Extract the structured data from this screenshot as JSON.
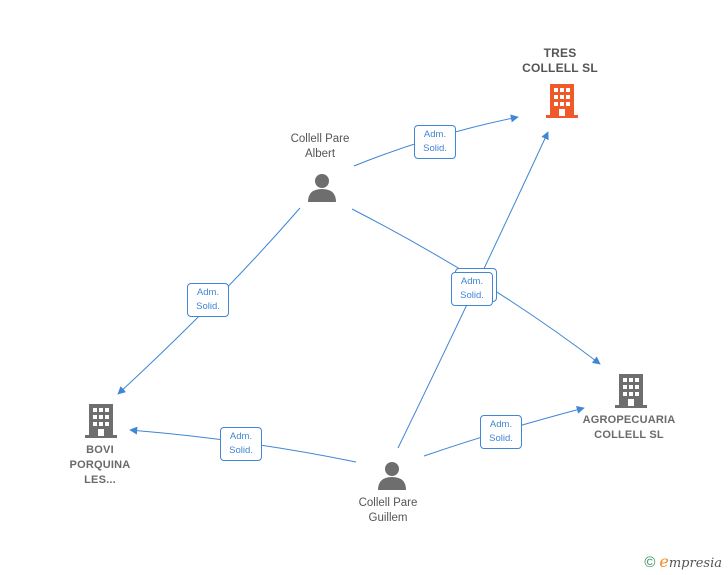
{
  "nodes": {
    "tres_collell": {
      "line1": "TRES",
      "line2": "COLLELL  SL"
    },
    "albert": {
      "line1": "Collell Pare",
      "line2": "Albert"
    },
    "agropecuaria": {
      "line1": "AGROPECUARIA",
      "line2": "COLLELL SL"
    },
    "bovi": {
      "line1": "BOVI",
      "line2": "PORQUINA",
      "line3": "LES..."
    },
    "guillem": {
      "line1": "Collell Pare",
      "line2": "Guillem"
    }
  },
  "edges": [
    {
      "line1": "Adm.",
      "line2": "Solid."
    },
    {
      "line1": "Adm.",
      "line2": "Solid."
    },
    {
      "line1": "Adm.",
      "line2": "Solid."
    },
    {
      "line1": "Adm.",
      "line2": "Solid."
    },
    {
      "line1": "Adm.",
      "line2": "Solid."
    }
  ],
  "brand": {
    "copyright": "©",
    "initial": "e",
    "rest": "mpresia"
  },
  "colors": {
    "edge": "#3f86d4",
    "highlight_company": "#f05a28",
    "company": "#6e6e6e",
    "person": "#6e6e6e"
  }
}
